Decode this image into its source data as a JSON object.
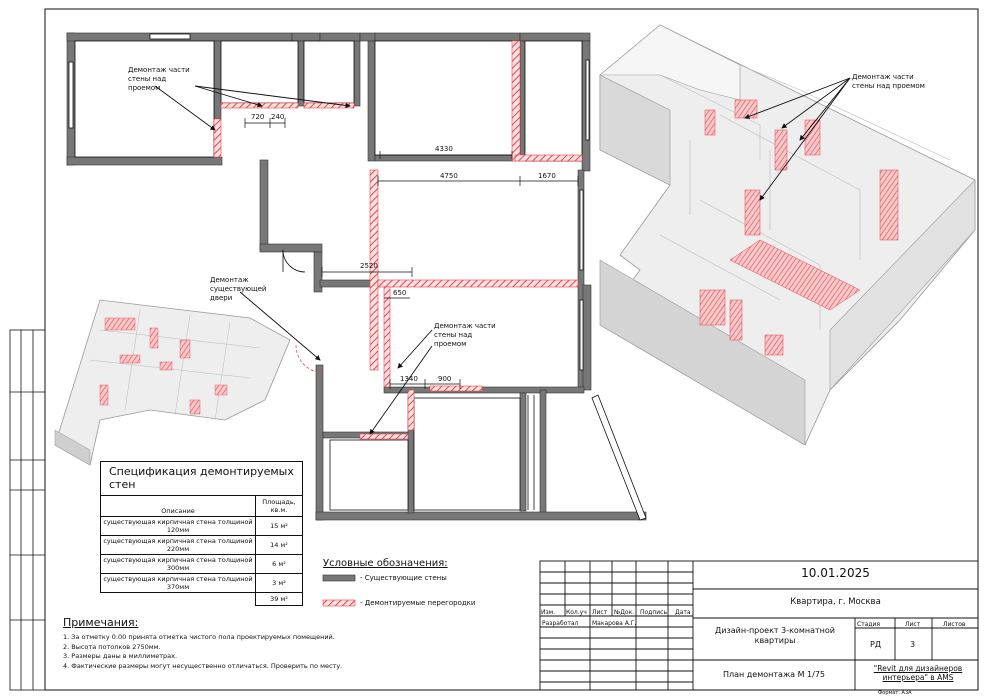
{
  "wall_callouts": {
    "top_left": [
      "Демонтаж части",
      "стены над",
      "проемом"
    ],
    "top_right": [
      "Демонтаж части",
      "стены над проемом"
    ],
    "door": [
      "Демонтаж",
      "существующей",
      "двери"
    ],
    "center": [
      "Демонтаж части",
      "стены над",
      "проемом"
    ]
  },
  "dimensions": [
    "720",
    "240",
    "4330",
    "4750",
    "1670",
    "2520",
    "650",
    "1340",
    "900"
  ],
  "spec_table": {
    "title": "Спецификация демонтируемых стен",
    "col_description": "Описание",
    "col_area": "Площадь, кв.м.",
    "rows": [
      {
        "description": "существующая кирпичная стена толщиной 120мм",
        "area": "15 м²"
      },
      {
        "description": "существующая кирпичная стена толщиной 220мм",
        "area": "14 м²"
      },
      {
        "description": "существующая кирпичная стена толщиной 300мм",
        "area": "6 м²"
      },
      {
        "description": "существующая кирпичная стена толщиной 370мм",
        "area": "3 м²"
      }
    ],
    "total": "39 м²"
  },
  "legend": {
    "title": "Условные обозначения:",
    "existing_walls": "- Существующие стены",
    "demolished": "- Демонтируемые перегородки"
  },
  "notes": {
    "title": "Примечания:",
    "items": [
      "1.  За отметку 0.00 принята отметка чистого пола проектируемых помещений.",
      "2.  Высота потолков 2750мм.",
      "3.  Размеры даны в миллиметрах.",
      "4.  Фактические размеры могут несущественно отличаться. Проверить по месту."
    ]
  },
  "title_block": {
    "date": "10.01.2025",
    "address": "Квартира, г. Москва",
    "project": "Дизайн-проект 3-комнатной квартиры",
    "sheet_title": "План демонтажа М 1/75",
    "hdr_izm": "Изм.",
    "hdr_koluch": "Кол.уч",
    "hdr_list": "Лист",
    "hdr_ndok": "№Док.",
    "hdr_podpis": "Подпись",
    "hdr_data": "Дата",
    "developed_label": "Разработал",
    "developer": "Макарова А.Г.",
    "stage_label": "Стадия",
    "sheet_label": "Лист",
    "sheets_label": "Листов",
    "stage": "РД",
    "sheet": "3",
    "company": "\"Revit для дизайнеров интерьера\" в AMS",
    "format": "Формат: А3А"
  },
  "colors": {
    "demolition": "#e8434a",
    "wall": "#6f6f6f",
    "frame": "#111111"
  }
}
